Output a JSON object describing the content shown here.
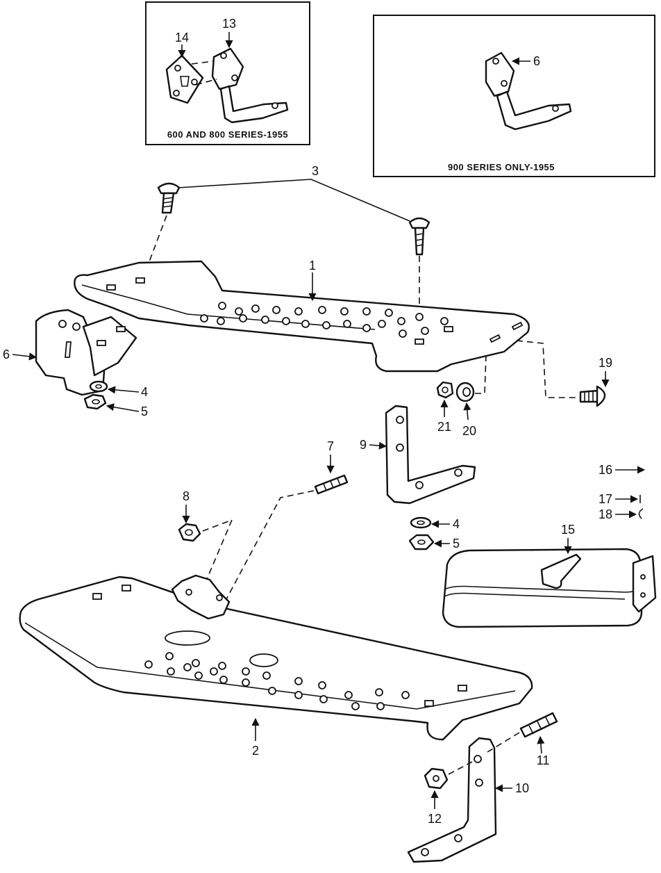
{
  "insets": {
    "left_caption": "600 AND 800 SERIES-1955",
    "right_caption": "900 SERIES ONLY-1955"
  },
  "callouts": {
    "c1": "1",
    "c2": "2",
    "c3": "3",
    "c4a": "4",
    "c4b": "4",
    "c5a": "5",
    "c5b": "5",
    "c6a": "6",
    "c6b": "6",
    "c7": "7",
    "c8": "8",
    "c9": "9",
    "c10": "10",
    "c11": "11",
    "c12": "12",
    "c13": "13",
    "c14": "14",
    "c15": "15",
    "c16": "16",
    "c17": "17",
    "c18": "18",
    "c19": "19",
    "c20": "20",
    "c21": "21"
  },
  "colors": {
    "ink": "#111111",
    "paper": "#ffffff"
  }
}
